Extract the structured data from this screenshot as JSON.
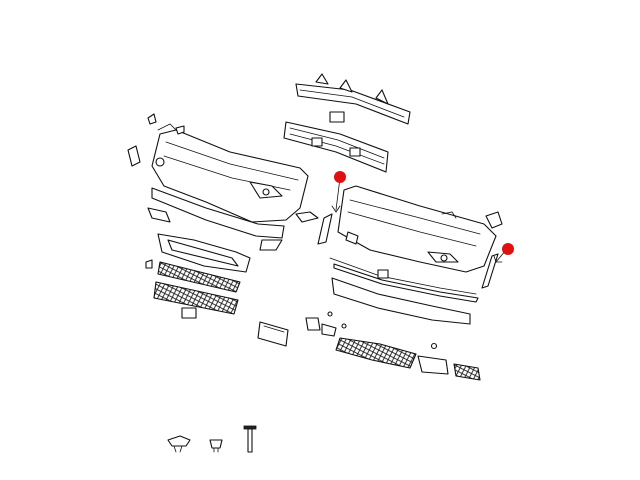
{
  "diagram": {
    "style": "exploded-parts-line-drawing",
    "line_color": "#111111",
    "background_color": "#ffffff",
    "marker_color": "#e01010",
    "markers": [
      {
        "label": "",
        "target": "left-bumper-bracket"
      },
      {
        "label": "",
        "target": "right-bumper-bracket"
      }
    ]
  }
}
